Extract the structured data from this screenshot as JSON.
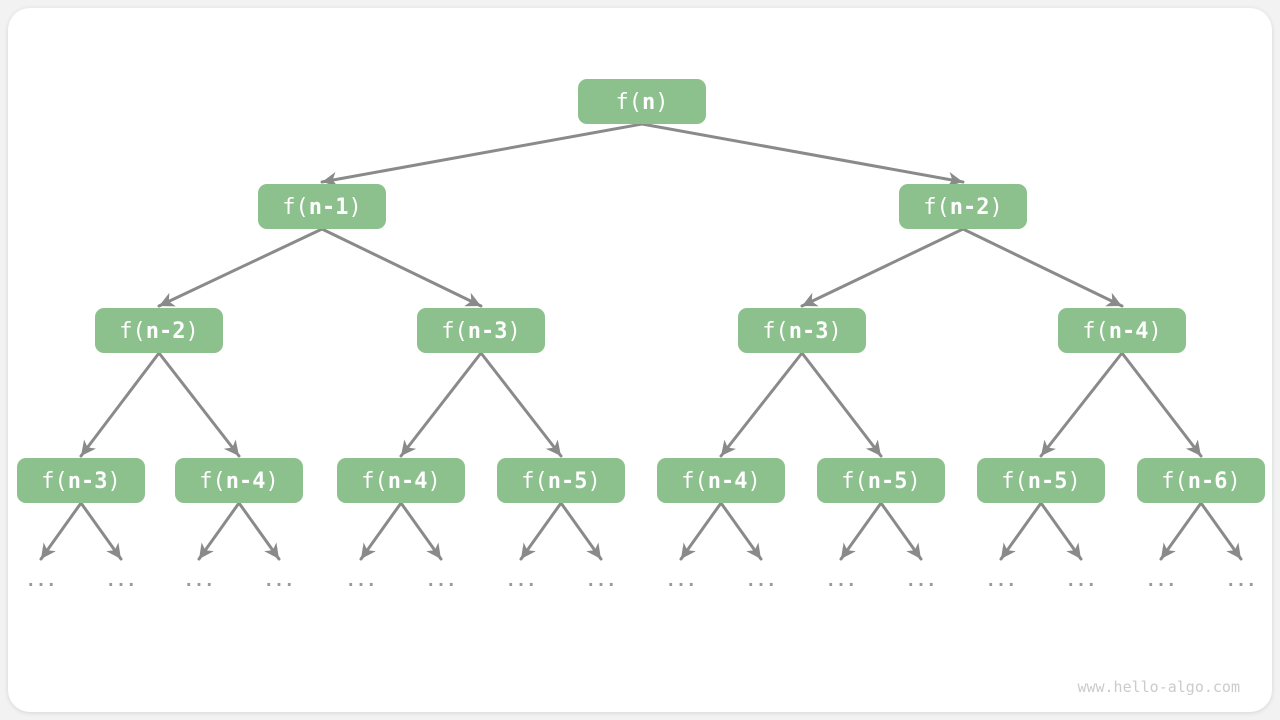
{
  "tree": {
    "levels": [
      {
        "nodes": [
          {
            "pre": "f(",
            "arg": "n",
            "post": ")"
          }
        ]
      },
      {
        "nodes": [
          {
            "pre": "f(",
            "arg": "n-1",
            "post": ")"
          },
          {
            "pre": "f(",
            "arg": "n-2",
            "post": ")"
          }
        ]
      },
      {
        "nodes": [
          {
            "pre": "f(",
            "arg": "n-2",
            "post": ")"
          },
          {
            "pre": "f(",
            "arg": "n-3",
            "post": ")"
          },
          {
            "pre": "f(",
            "arg": "n-3",
            "post": ")"
          },
          {
            "pre": "f(",
            "arg": "n-4",
            "post": ")"
          }
        ]
      },
      {
        "nodes": [
          {
            "pre": "f(",
            "arg": "n-3",
            "post": ")"
          },
          {
            "pre": "f(",
            "arg": "n-4",
            "post": ")"
          },
          {
            "pre": "f(",
            "arg": "n-4",
            "post": ")"
          },
          {
            "pre": "f(",
            "arg": "n-5",
            "post": ")"
          },
          {
            "pre": "f(",
            "arg": "n-4",
            "post": ")"
          },
          {
            "pre": "f(",
            "arg": "n-5",
            "post": ")"
          },
          {
            "pre": "f(",
            "arg": "n-5",
            "post": ")"
          },
          {
            "pre": "f(",
            "arg": "n-6",
            "post": ")"
          }
        ]
      }
    ],
    "ellipsis": "..."
  },
  "watermark": "www.hello-algo.com",
  "colors": {
    "page_bg": "#f1f2f1",
    "card_bg": "#ffffff",
    "node_fill": "#8cc08d",
    "node_text": "#ffffff",
    "edge": "#8a8a8a",
    "dots": "#9a9a9a",
    "watermark": "#cbcbcb"
  }
}
